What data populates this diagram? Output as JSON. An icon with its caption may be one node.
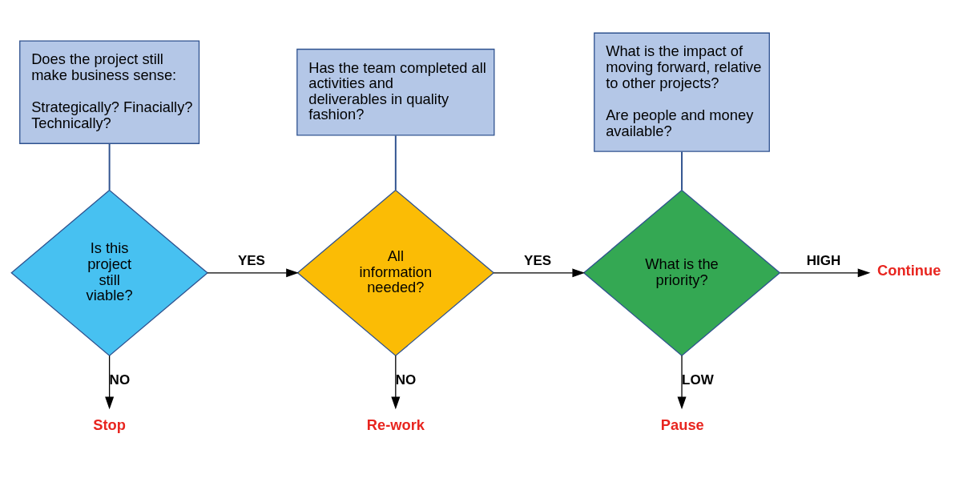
{
  "diagram": {
    "nodes": [
      {
        "text": [
          "Does the project still make business sense:",
          "Strategically? Finacially? Technically?"
        ]
      },
      {
        "text": [
          "Is this project still viable?"
        ]
      },
      {
        "text": [
          "Has the team completed all activities and deliverables in quality fashion?"
        ]
      },
      {
        "text": [
          "All information needed?"
        ]
      },
      {
        "text": [
          "What is the impact of moving forward, relative to other projects?",
          "Are people and money available?"
        ]
      },
      {
        "text": [
          "What is the priority?"
        ]
      },
      {
        "text": [
          "Continue"
        ]
      },
      {
        "text": [
          "Stop"
        ]
      },
      {
        "text": [
          "Re-work"
        ]
      },
      {
        "text": [
          "Pause"
        ]
      }
    ],
    "edges": [
      {
        "from": 0,
        "to": 1,
        "arrow": "none",
        "color": "#2f528f"
      },
      {
        "from": 2,
        "to": 3,
        "arrow": "none",
        "color": "#2f528f"
      },
      {
        "from": 4,
        "to": 5,
        "arrow": "none",
        "color": "#2f528f"
      },
      {
        "from": 1,
        "to": 3,
        "arrow": "to",
        "label": "YES"
      },
      {
        "from": 3,
        "to": 5,
        "arrow": "to",
        "label": "YES"
      },
      {
        "from": 5,
        "to": 6,
        "arrow": "to",
        "label": "HIGH"
      },
      {
        "from": 1,
        "to": 7,
        "arrow": "to",
        "label": "NO"
      },
      {
        "from": 3,
        "to": 8,
        "arrow": "to",
        "label": "NO"
      },
      {
        "from": 5,
        "to": 9,
        "arrow": "to",
        "label": "LOW"
      }
    ]
  }
}
